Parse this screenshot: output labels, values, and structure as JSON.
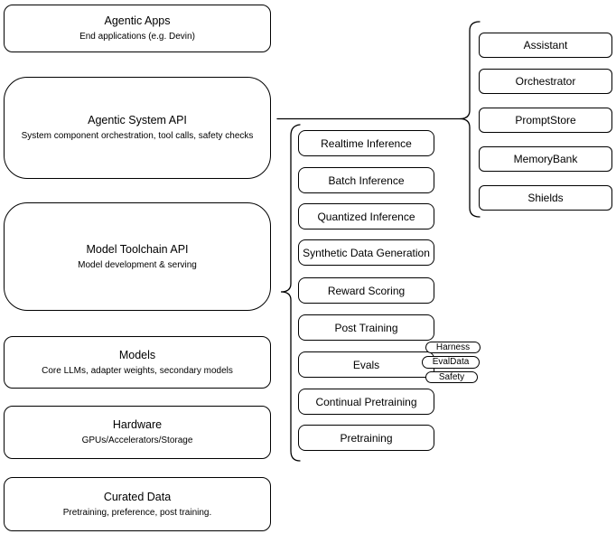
{
  "stack": [
    {
      "title": "Agentic Apps",
      "subtitle": "End applications (e.g. Devin)"
    },
    {
      "title": "Agentic System API",
      "subtitle": "System component orchestration, tool calls, safety checks"
    },
    {
      "title": "Model Toolchain API",
      "subtitle": "Model development & serving"
    },
    {
      "title": "Models",
      "subtitle": "Core LLMs, adapter weights, secondary models"
    },
    {
      "title": "Hardware",
      "subtitle": "GPUs/Accelerators/Storage"
    },
    {
      "title": "Curated Data",
      "subtitle": "Pretraining, preference, post training."
    }
  ],
  "toolchain_services": [
    "Realtime Inference",
    "Batch Inference",
    "Quantized Inference",
    "Synthetic Data Generation",
    "Reward Scoring",
    "Post Training",
    "Evals",
    "Continual Pretraining",
    "Pretraining"
  ],
  "evals_details": [
    "Harness",
    "EvalData",
    "Safety"
  ],
  "system_components": [
    "Assistant",
    "Orchestrator",
    "PromptStore",
    "MemoryBank",
    "Shields"
  ],
  "colors": {
    "stroke": "#000000",
    "fill": "#ffffff",
    "text": "#000000"
  }
}
